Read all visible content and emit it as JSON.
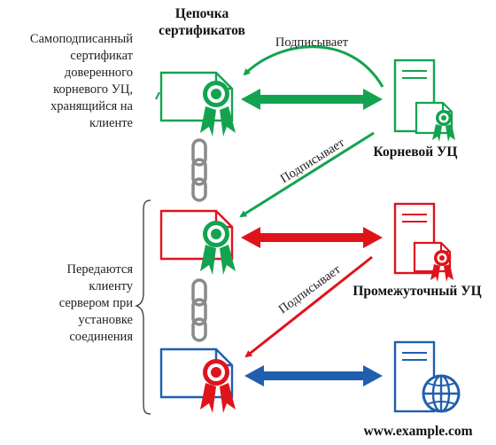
{
  "title": {
    "line1": "Цепочка",
    "line2": "сертификатов"
  },
  "left_note_top": [
    "Самоподписанный",
    "сертификат",
    "доверенного",
    "корневого УЦ,",
    "хранящийся на",
    "клиенте"
  ],
  "left_note_bottom": [
    "Передаются",
    "клиенту",
    "сервером при",
    "установке",
    "соединения"
  ],
  "arrow_labels": {
    "sign1": "Подписывает",
    "sign2": "Подписывает",
    "sign3": "Подписывает"
  },
  "servers": {
    "root": "Корневой УЦ",
    "intermediate": "Промежуточный УЦ",
    "site": "www.example.com"
  },
  "colors": {
    "green": "#13a350",
    "red": "#e0131b",
    "blue": "#1f5fae",
    "chain": "#8a8a8a"
  }
}
